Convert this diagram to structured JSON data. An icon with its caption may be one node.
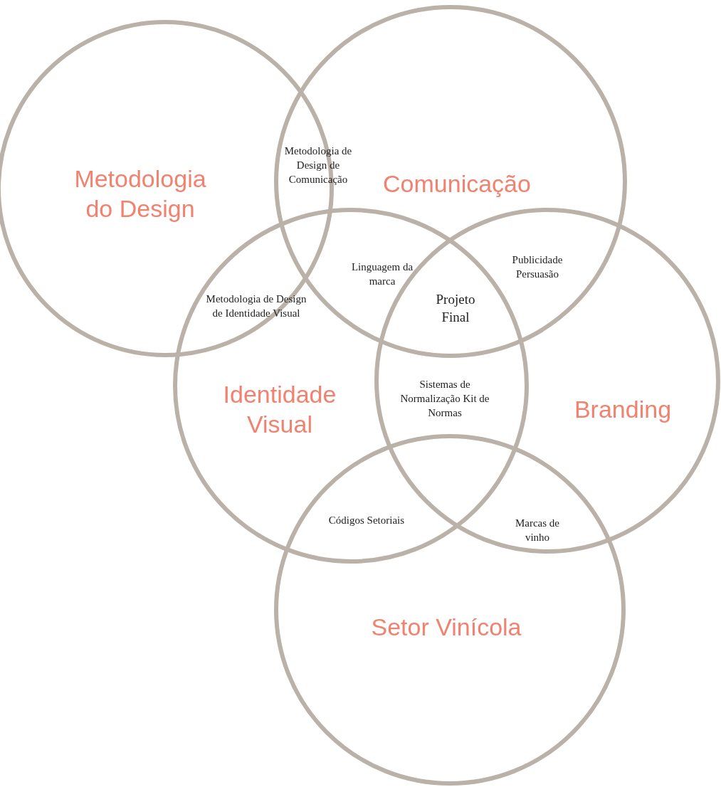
{
  "diagram": {
    "nodes": [
      {
        "text": [
          "Metodologia do Design"
        ]
      },
      {
        "text": [
          "Comunicação"
        ]
      },
      {
        "text": [
          "Identidade Visual"
        ]
      },
      {
        "text": [
          "Branding"
        ]
      },
      {
        "text": [
          "Setor Vinícola"
        ]
      }
    ],
    "labels": [
      "Metodologia de Design de Comunicação",
      "Linguagem da marca",
      "Metodologia de Design de Identidade Visual",
      "Projeto Final",
      "Publicidade Persuasão",
      "Sistemas de Normalização Kit de Normas",
      "Códigos Setoriais",
      "Marcas de vinho"
    ]
  }
}
